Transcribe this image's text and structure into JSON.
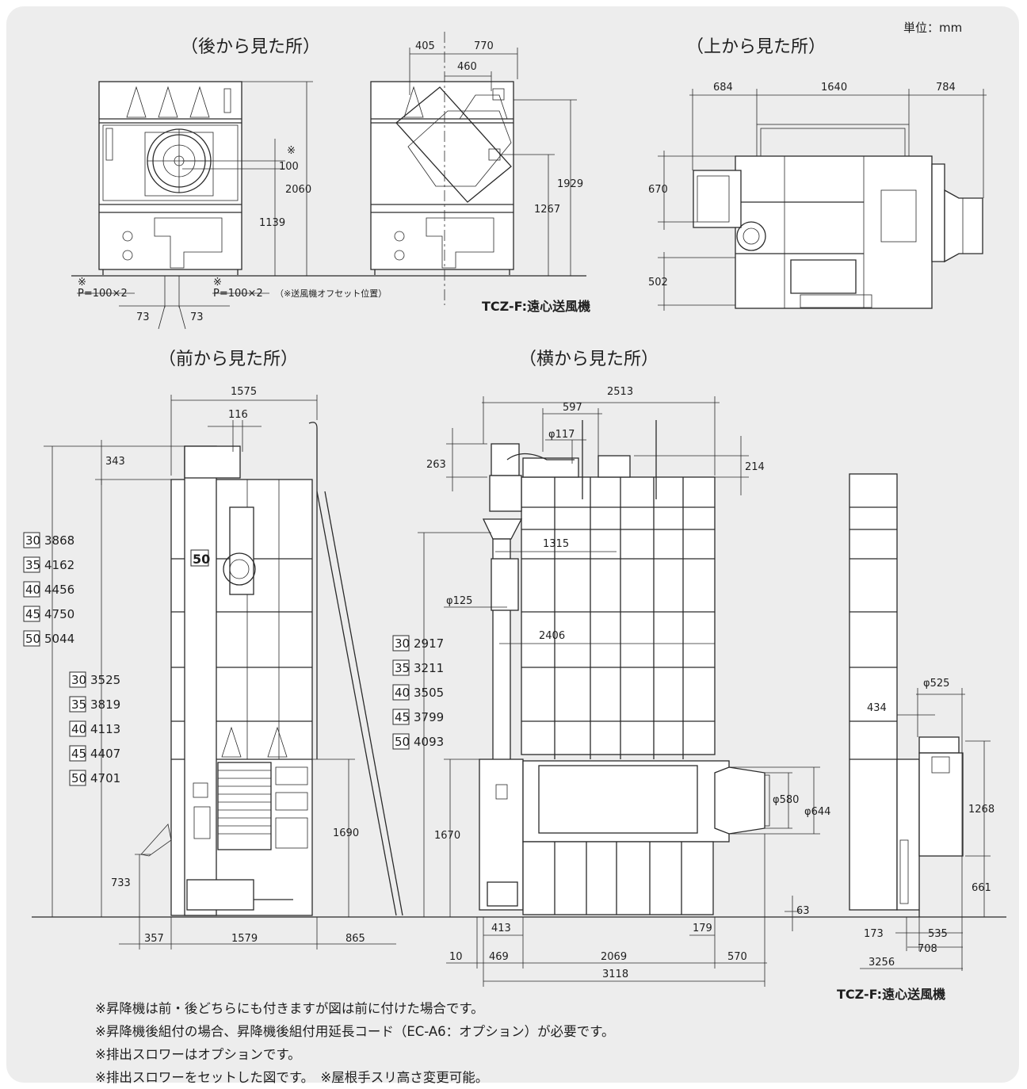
{
  "unit_label": "単位：mm",
  "view_titles": {
    "rear": "（後から見た所）",
    "top": "（上から見た所）",
    "front": "（前から見た所）",
    "side": "（横から見た所）"
  },
  "fan_label_top": "TCZ-F:遠心送風機",
  "fan_label_bottom": "TCZ-F:遠心送風機",
  "offset_note": "（※送風機オフセット位置）",
  "rear_dims": {
    "w405": "405",
    "w770": "770",
    "w460": "460",
    "h2060": "2060",
    "h1139": "1139",
    "h100": "100",
    "h1267": "1267",
    "h1929": "1929",
    "p_left": "P=100×2",
    "p_right": "P=100×2",
    "a73l": "73",
    "a73r": "73",
    "mark": "※"
  },
  "top_dims": {
    "w684": "684",
    "w1640": "1640",
    "w784": "784",
    "h670": "670",
    "h502": "502"
  },
  "front_dims": {
    "w1575": "1575",
    "w116": "116",
    "h343": "343",
    "h1690": "1690",
    "h733": "733",
    "w357": "357",
    "w1579": "1579",
    "w865": "865",
    "badge": "50"
  },
  "front_heights_total": [
    {
      "model": "30",
      "value": "3868"
    },
    {
      "model": "35",
      "value": "4162"
    },
    {
      "model": "40",
      "value": "4456"
    },
    {
      "model": "45",
      "value": "4750"
    },
    {
      "model": "50",
      "value": "5044"
    }
  ],
  "front_heights_body": [
    {
      "model": "30",
      "value": "3525"
    },
    {
      "model": "35",
      "value": "3819"
    },
    {
      "model": "40",
      "value": "4113"
    },
    {
      "model": "45",
      "value": "4407"
    },
    {
      "model": "50",
      "value": "4701"
    }
  ],
  "side_heights": [
    {
      "model": "30",
      "value": "2917"
    },
    {
      "model": "35",
      "value": "3211"
    },
    {
      "model": "40",
      "value": "3505"
    },
    {
      "model": "45",
      "value": "3799"
    },
    {
      "model": "50",
      "value": "4093"
    }
  ],
  "side_dims": {
    "w2513": "2513",
    "w597": "597",
    "d117": "φ117",
    "h263": "263",
    "h214": "214",
    "w1315": "1315",
    "d125": "φ125",
    "w2406": "2406",
    "h1670": "1670",
    "d580": "φ580",
    "d644": "φ644",
    "h63": "63",
    "w413": "413",
    "w179": "179",
    "w10": "10",
    "w469": "469",
    "w2069": "2069",
    "w570": "570",
    "w3118": "3118"
  },
  "fan_dims": {
    "d525": "φ525",
    "w434": "434",
    "h1268": "1268",
    "h661": "661",
    "w173": "173",
    "w535": "535",
    "w708": "708",
    "w3256": "3256"
  },
  "notes": [
    "※昇降機は前・後どちらにも付きますが図は前に付けた場合です。",
    "※昇降機後組付の場合、昇降機後組付用延長コード（EC-A6：オプション）が必要です。",
    "※排出スロワーはオプションです。",
    "※排出スロワーをセットした図です。　※屋根手スリ高さ変更可能。"
  ],
  "colors": {
    "panel_bg": "#ededed",
    "line": "#2a2a2a",
    "text": "#1e1e1e"
  }
}
